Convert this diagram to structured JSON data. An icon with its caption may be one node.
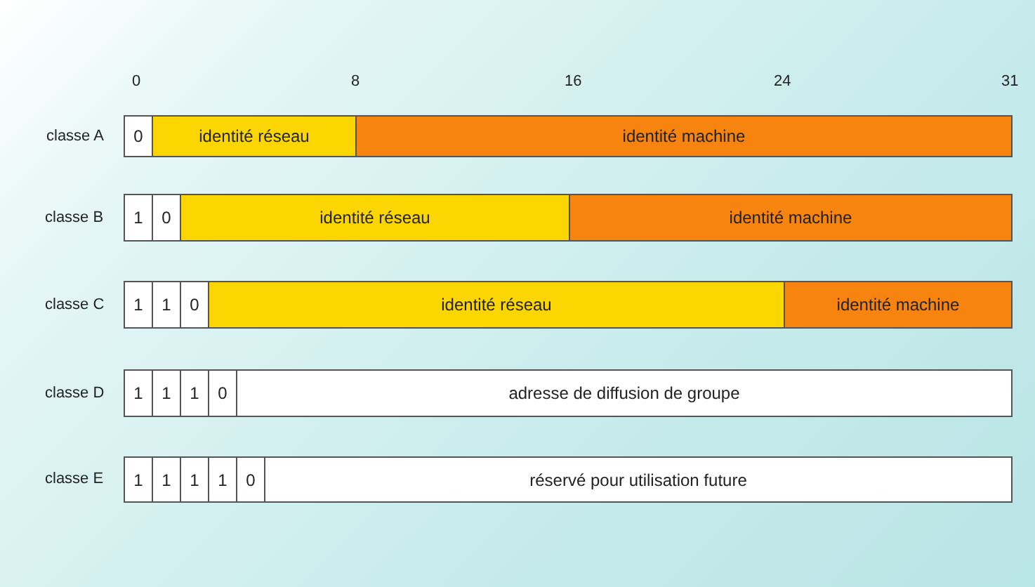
{
  "diagram": {
    "nodes": [
      {
        "text": [
          "0"
        ]
      },
      {
        "text": [
          "identité réseau"
        ]
      },
      {
        "text": [
          "identité machine"
        ]
      },
      {
        "text": [
          "1"
        ]
      },
      {
        "text": [
          "0"
        ]
      },
      {
        "text": [
          "identité réseau"
        ]
      },
      {
        "text": [
          "identité machine"
        ]
      },
      {
        "text": [
          "1"
        ]
      },
      {
        "text": [
          "1"
        ]
      },
      {
        "text": [
          "0"
        ]
      },
      {
        "text": [
          "identité réseau"
        ]
      },
      {
        "text": [
          "identité machine"
        ]
      },
      {
        "text": [
          "1"
        ]
      },
      {
        "text": [
          "1"
        ]
      },
      {
        "text": [
          "1"
        ]
      },
      {
        "text": [
          "0"
        ]
      },
      {
        "text": [
          "adresse de diffusion de groupe"
        ]
      },
      {
        "text": [
          "1"
        ]
      },
      {
        "text": [
          "1"
        ]
      },
      {
        "text": [
          "1"
        ]
      },
      {
        "text": [
          "1"
        ]
      },
      {
        "text": [
          "0"
        ]
      },
      {
        "text": [
          "réservé pour utilisation future"
        ]
      }
    ],
    "labels": [
      "0",
      "8",
      "16",
      "24",
      "31",
      "classe A",
      "classe B",
      "classe C",
      "classe D",
      "classe E"
    ]
  }
}
